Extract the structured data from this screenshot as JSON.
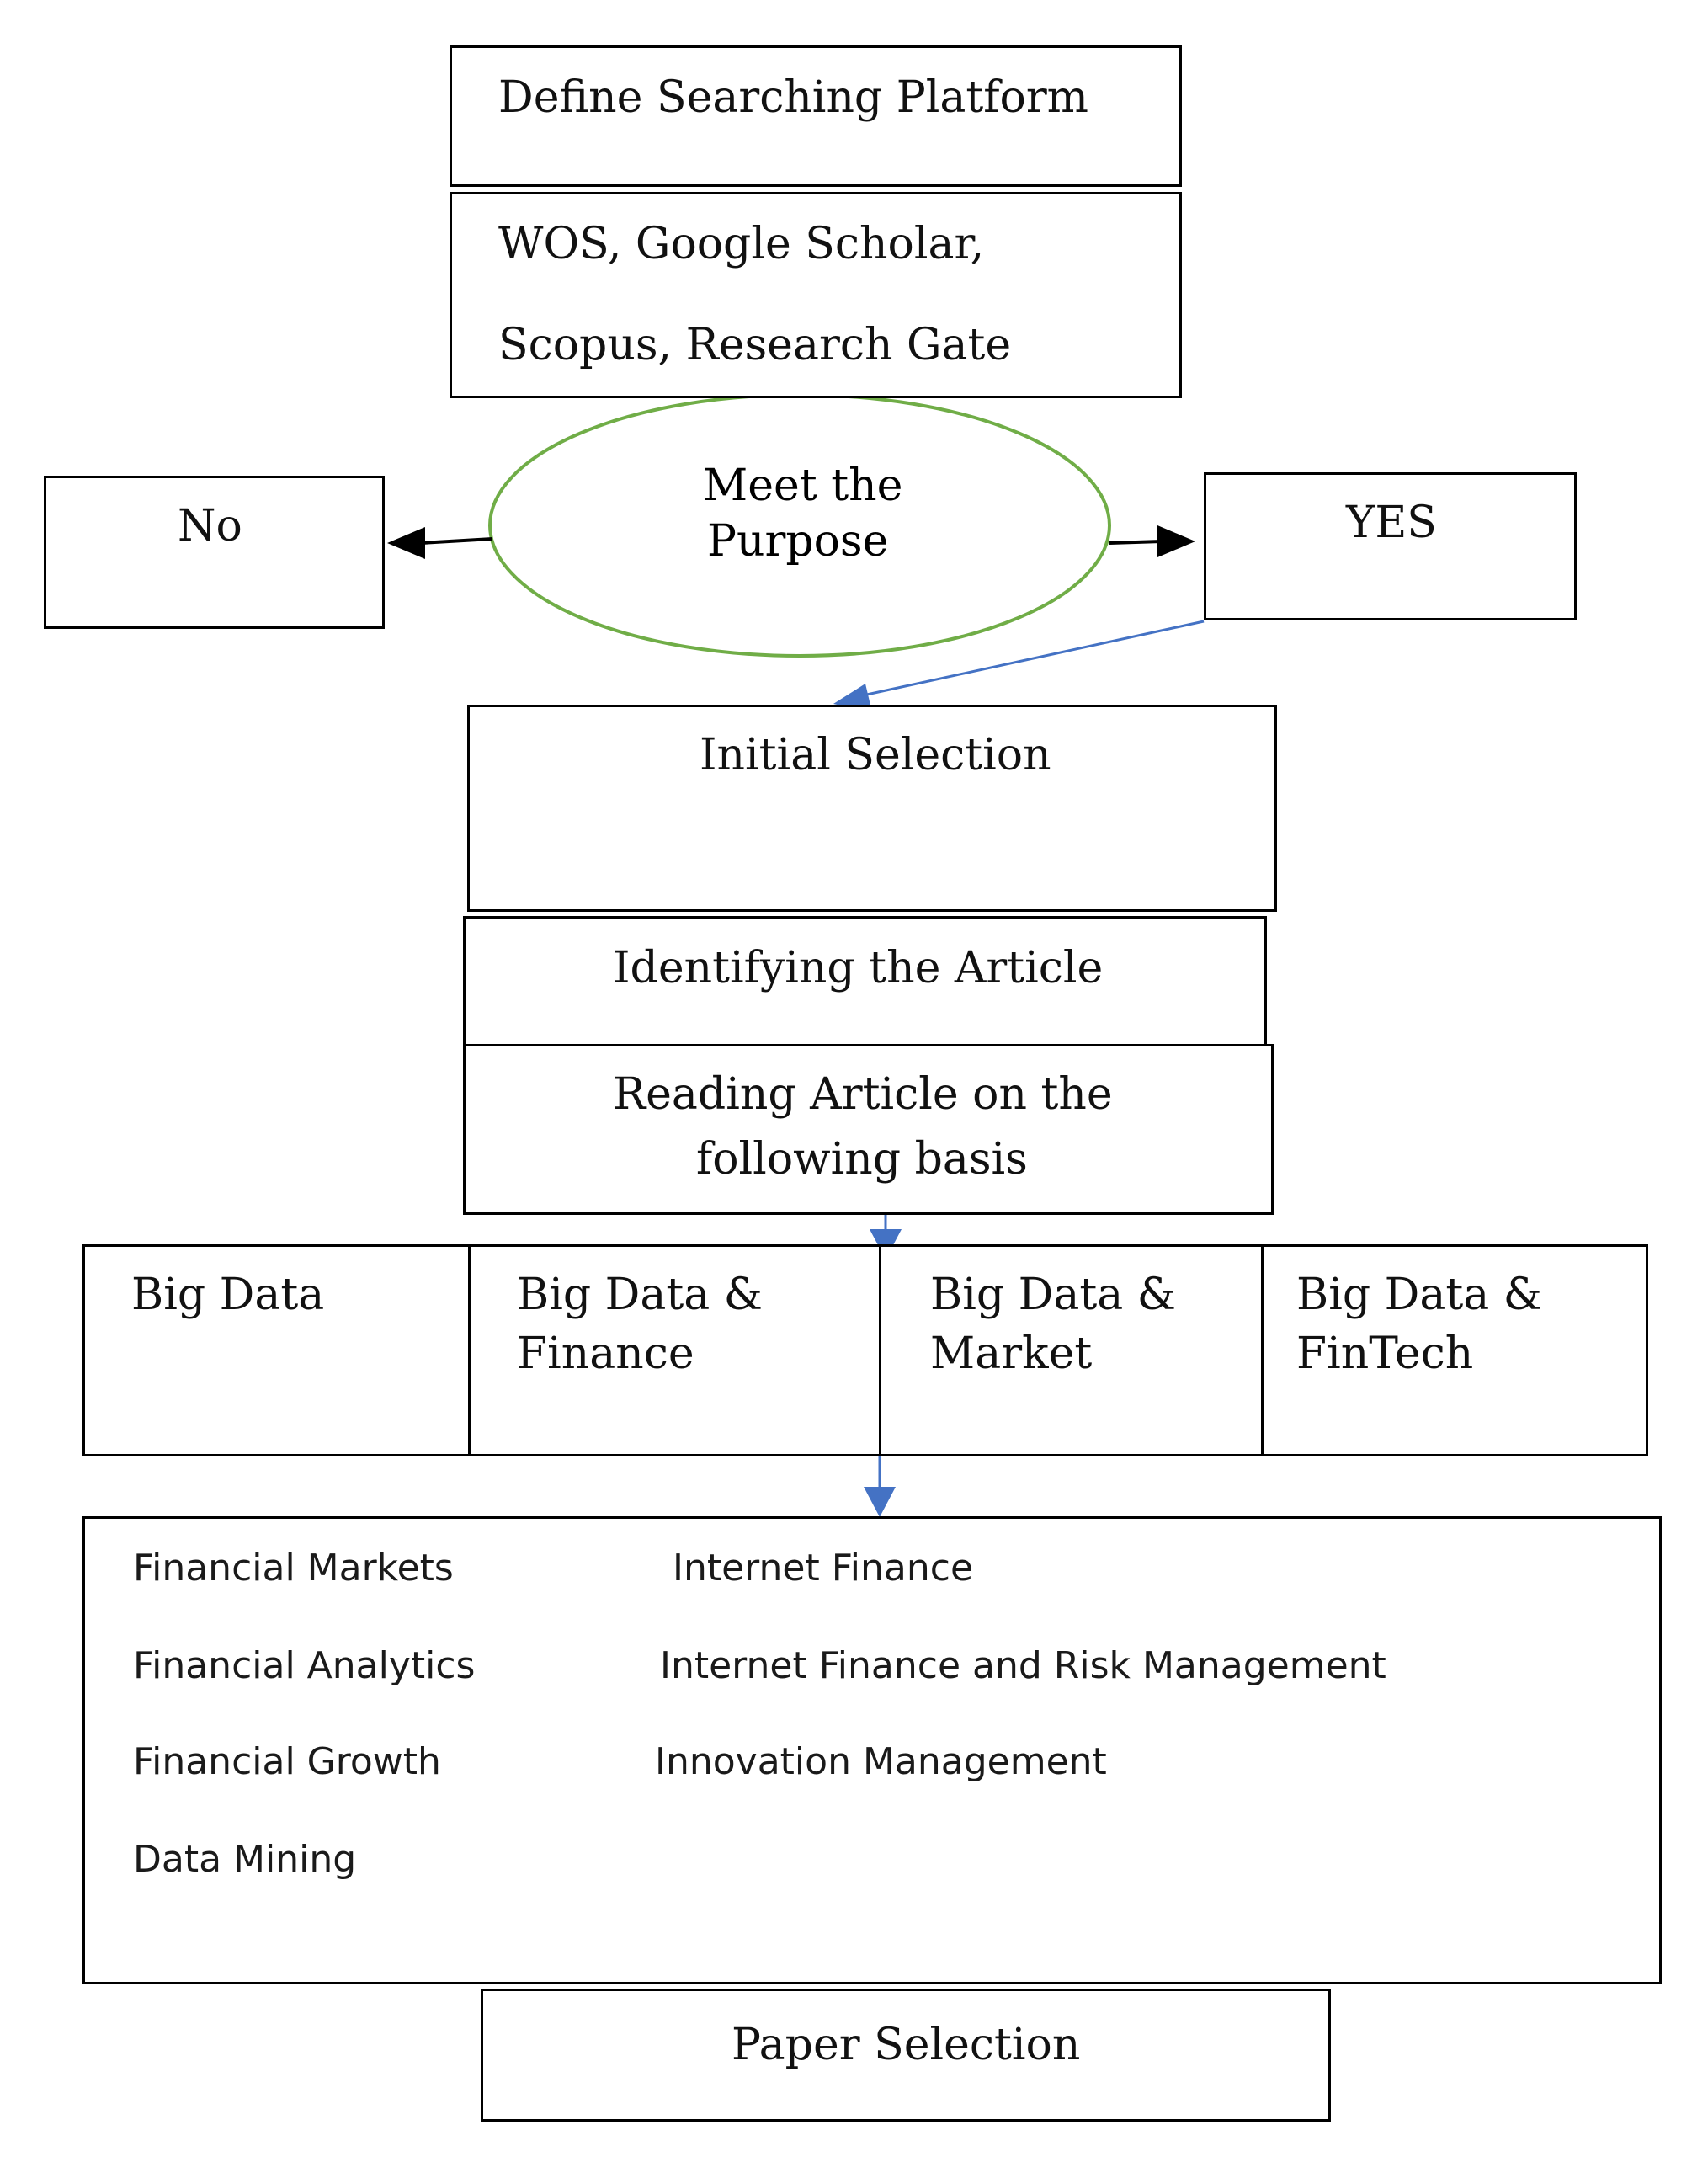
{
  "steps": {
    "define": "Define Searching Platform",
    "platforms_line1": "WOS, Google Scholar,",
    "platforms_line2": "Scopus, Research Gate",
    "decision_line1": "Meet the",
    "decision_line2": "Purpose",
    "no": "No",
    "yes": "YES",
    "initial": "Initial Selection",
    "identifying": "Identifying the Article",
    "reading_line1": "Reading Article on the",
    "reading_line2": "following basis",
    "paper": "Paper Selection"
  },
  "basis": {
    "big_data": "Big Data",
    "finance_line1": "Big Data &",
    "finance_line2": "Finance",
    "market_line1": "Big Data &",
    "market_line2": "Market",
    "fintech_line1": "Big Data &",
    "fintech_line2": "FinTech"
  },
  "topics": {
    "left": [
      "Financial Markets",
      "Financial Analytics",
      "Financial Growth",
      "Data Mining"
    ],
    "right": [
      "Internet Finance",
      "Internet Finance and Risk Management",
      "Innovation Management"
    ]
  },
  "colors": {
    "stroke": "#000000",
    "ellipse": "#70ad47",
    "blue_arrow": "#4472c4"
  }
}
